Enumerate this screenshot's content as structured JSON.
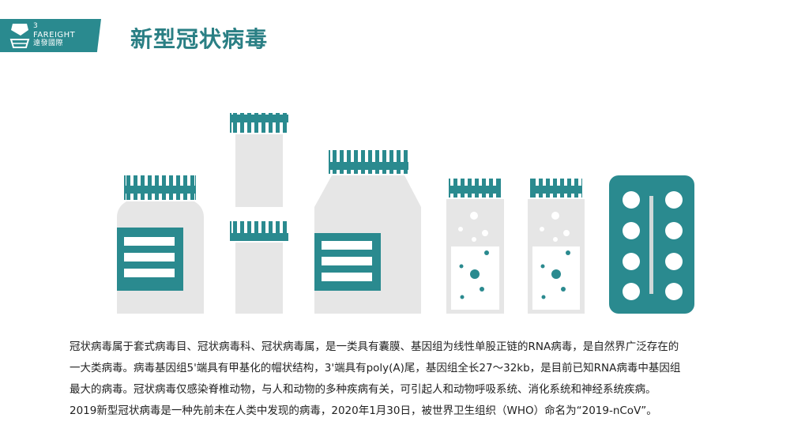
{
  "logo": {
    "number": "3",
    "brand": "FAREIGHT",
    "chinese": "遠發國際"
  },
  "header": {
    "title": "新型冠状病毒"
  },
  "colors": {
    "teal": "#2a8a8f",
    "grey": "#e6e6e6"
  },
  "paragraph": {
    "lines": [
      "冠状病毒属于套式病毒目、冠状病毒科、冠状病毒属，是一类具有囊膜、基因组为线性单股正链的RNA病毒，是自然界广泛存在的",
      "一大类病毒。病毒基因组5'端具有甲基化的帽状结构，3'端具有poly(A)尾，基因组全长27～32kb，是目前已知RNA病毒中基因组",
      "最大的病毒。冠状病毒仅感染脊椎动物，与人和动物的多种疾病有关，可引起人和动物呼吸系统、消化系统和神经系统疾病。",
      "2019新型冠状病毒是一种先前未在人类中发现的病毒，2020年1月30日，被世界卫生组织（WHO）命名为“2019-nCoV”。"
    ]
  }
}
